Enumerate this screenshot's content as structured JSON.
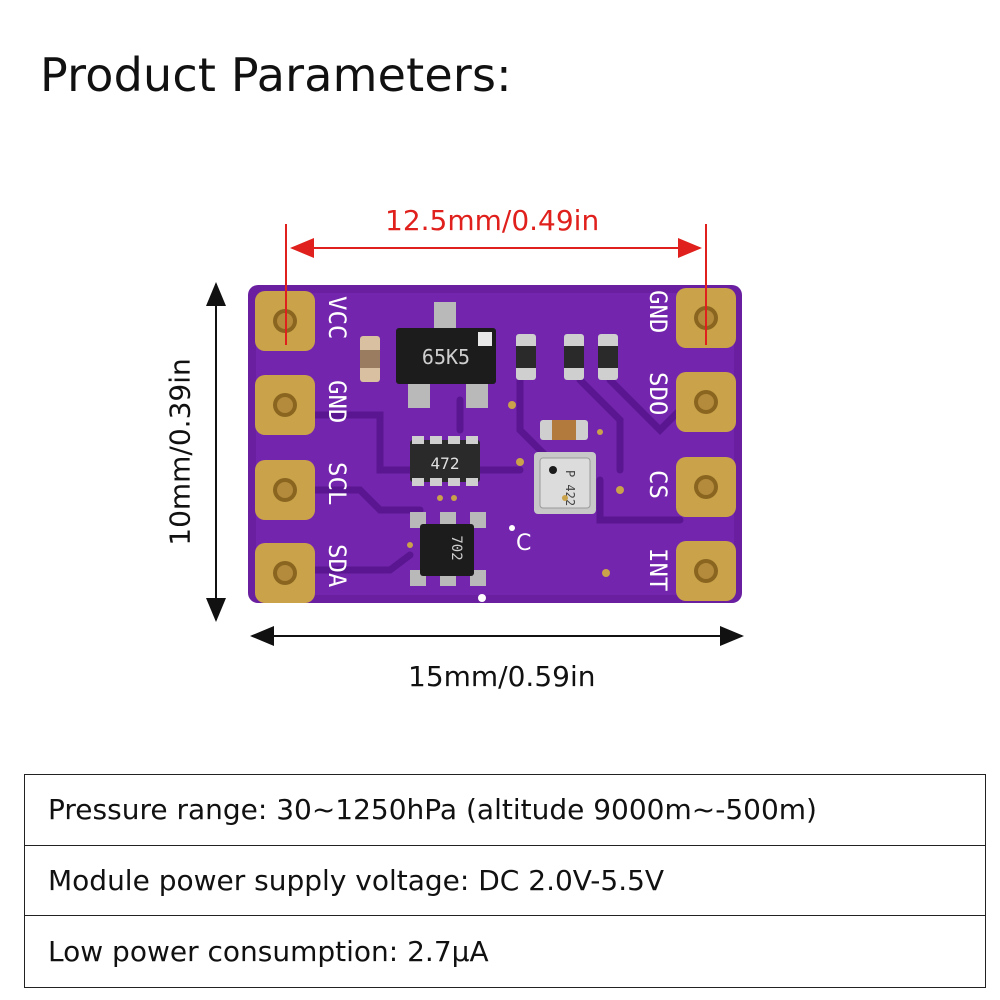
{
  "title": "Product Parameters:",
  "dimensions": {
    "width_top": "12.5mm/0.49in",
    "height": "10mm/0.39in",
    "width_bottom": "15mm/0.59in"
  },
  "board": {
    "left_pins": [
      "VCC",
      "GND",
      "SCL",
      "SDA"
    ],
    "right_pins": [
      "GND",
      "SDO",
      "CS",
      "INT"
    ],
    "chip_markings": {
      "regulator": "65K5",
      "resistor_array": "472",
      "ic": "702",
      "sensor": "P 422"
    },
    "silkscreen": "C",
    "colors": {
      "pcb": "#6a1fa0",
      "pad": "#c9a24a",
      "dimension_red": "#e0201c"
    }
  },
  "parameters": [
    "Pressure range: 30~1250hPa (altitude 9000m~-500m)",
    "Module power supply voltage: DC 2.0V-5.5V",
    "Low power consumption: 2.7μA"
  ]
}
